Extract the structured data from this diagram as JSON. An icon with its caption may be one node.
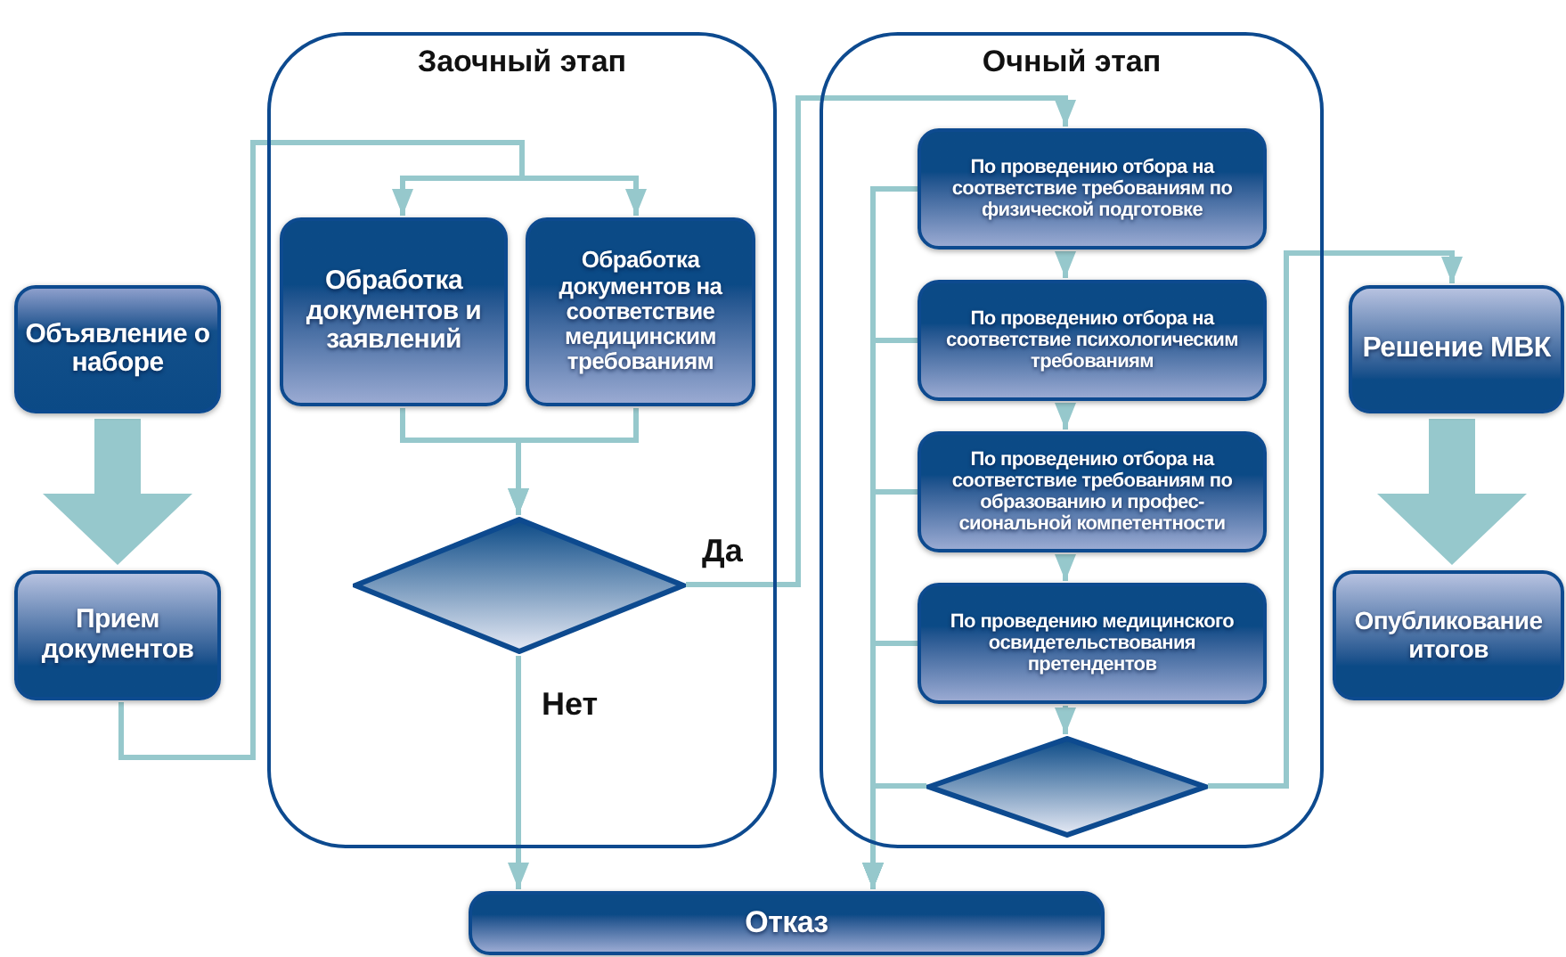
{
  "diagram": {
    "nodes": [
      {
        "text": [
          "Заочный этап"
        ]
      },
      {
        "text": [
          "Очный этап"
        ]
      },
      {
        "text": [
          "Объявление о наборе"
        ]
      },
      {
        "text": [
          "Прием документов"
        ]
      },
      {
        "text": [
          "Обработка документов и заявлений"
        ],
        "in": 0
      },
      {
        "text": [
          "Обработка документов на соответствие медицинским требованиям"
        ],
        "in": 0
      },
      {
        "text": [],
        "shape": "diamond",
        "in": 0
      },
      {
        "text": [
          "По проведению отбора на соответствие требованиям по физической подготовке"
        ],
        "in": 1
      },
      {
        "text": [
          "По проведению отбора на соответствие психологическим требованиям"
        ],
        "in": 1
      },
      {
        "text": [
          "По проведению отбора на соответствие требованиям по образованию и профес-сиональной компетентности"
        ],
        "in": 1
      },
      {
        "text": [
          "По проведению медицинского освидетельствования претендентов"
        ],
        "in": 1
      },
      {
        "text": [],
        "shape": "diamond",
        "in": 1
      },
      {
        "text": [
          "Решение МВК"
        ]
      },
      {
        "text": [
          "Опубликование итогов"
        ]
      },
      {
        "text": [
          "Отказ"
        ]
      }
    ],
    "edges": [
      {
        "from": 2,
        "to": 3,
        "arrow": "to",
        "style": "thick"
      },
      {
        "from": 3,
        "to": 4,
        "arrow": "to"
      },
      {
        "from": 3,
        "to": 5,
        "arrow": "to"
      },
      {
        "from": 4,
        "to": 6,
        "arrow": "to"
      },
      {
        "from": 5,
        "to": 6,
        "arrow": "to"
      },
      {
        "from": 6,
        "to": 7,
        "arrow": "to",
        "label": "Да"
      },
      {
        "from": 6,
        "to": 14,
        "arrow": "to",
        "label": "Нет"
      },
      {
        "from": 7,
        "to": 8,
        "arrow": "to"
      },
      {
        "from": 8,
        "to": 9,
        "arrow": "to"
      },
      {
        "from": 9,
        "to": 10,
        "arrow": "to"
      },
      {
        "from": 10,
        "to": 11,
        "arrow": "to"
      },
      {
        "from": 11,
        "to": 12,
        "arrow": "to"
      },
      {
        "from": 7,
        "to": 14,
        "arrow": "to"
      },
      {
        "from": 8,
        "to": 14,
        "arrow": "to"
      },
      {
        "from": 9,
        "to": 14,
        "arrow": "to"
      },
      {
        "from": 10,
        "to": 14,
        "arrow": "to"
      },
      {
        "from": 11,
        "to": 14,
        "arrow": "to"
      },
      {
        "from": 12,
        "to": 13,
        "arrow": "to",
        "style": "thick"
      }
    ]
  }
}
